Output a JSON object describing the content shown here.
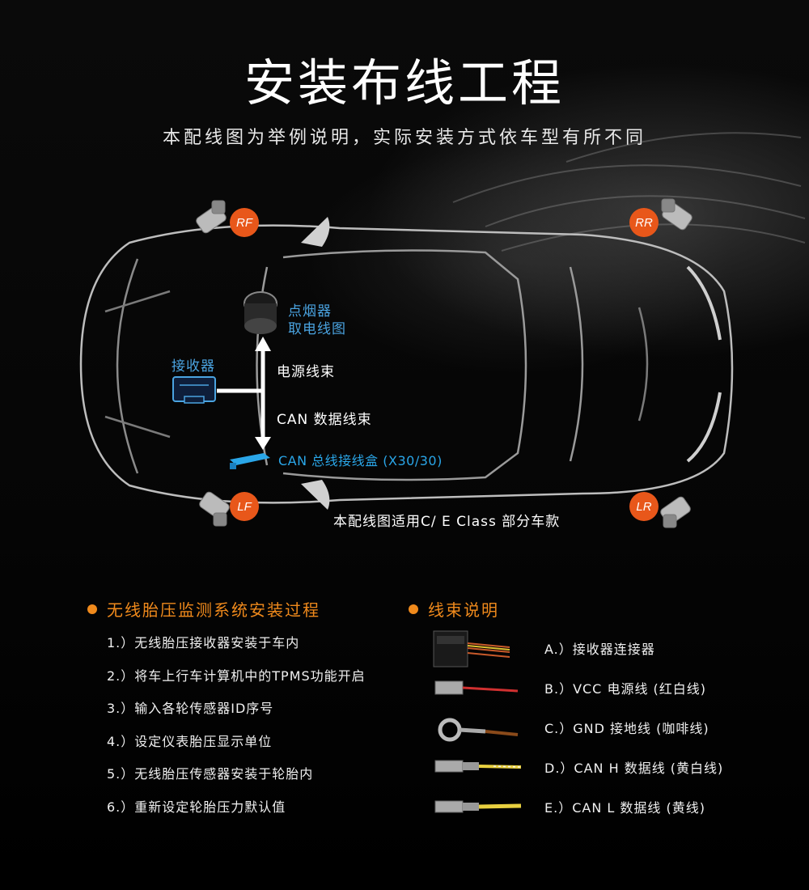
{
  "header": {
    "title": "安装布线工程",
    "subtitle": "本配线图为举例说明，实际安装方式依车型有所不同"
  },
  "diagram": {
    "wheels": {
      "rf": "RF",
      "rr": "RR",
      "lf": "LF",
      "lr": "LR"
    },
    "cigarette_label_line1": "点烟器",
    "cigarette_label_line2": "取电线图",
    "receiver_label": "接收器",
    "power_harness_label": "电源线束",
    "can_data_label": "CAN 数据线束",
    "can_box_label": "CAN 总线接线盒 (X30/30)",
    "applicability_note": "本配线图适用C/ E Class 部分车款"
  },
  "colors": {
    "accent_orange": "#f08a1c",
    "badge_orange": "#e8571a",
    "blue_label": "#4aa3e0",
    "cyan_label": "#2aa6e8"
  },
  "install_section": {
    "heading": "无线胎压监测系统安装过程",
    "steps": [
      "1.）无线胎压接收器安装于车内",
      "2.）将车上行车计算机中的TPMS功能开启",
      "3.）输入各轮传感器ID序号",
      "4.）设定仪表胎压显示单位",
      "5.）无线胎压传感器安装于轮胎内",
      "6.）重新设定轮胎压力默认值"
    ]
  },
  "wiring_section": {
    "heading": "线束说明",
    "items": [
      "A.）接收器连接器",
      "B.）VCC 电源线 (红白线)",
      "C.）GND 接地线 (咖啡线)",
      "D.）CAN H 数据线 (黄白线)",
      "E.）CAN L 数据线 (黄线)"
    ]
  }
}
